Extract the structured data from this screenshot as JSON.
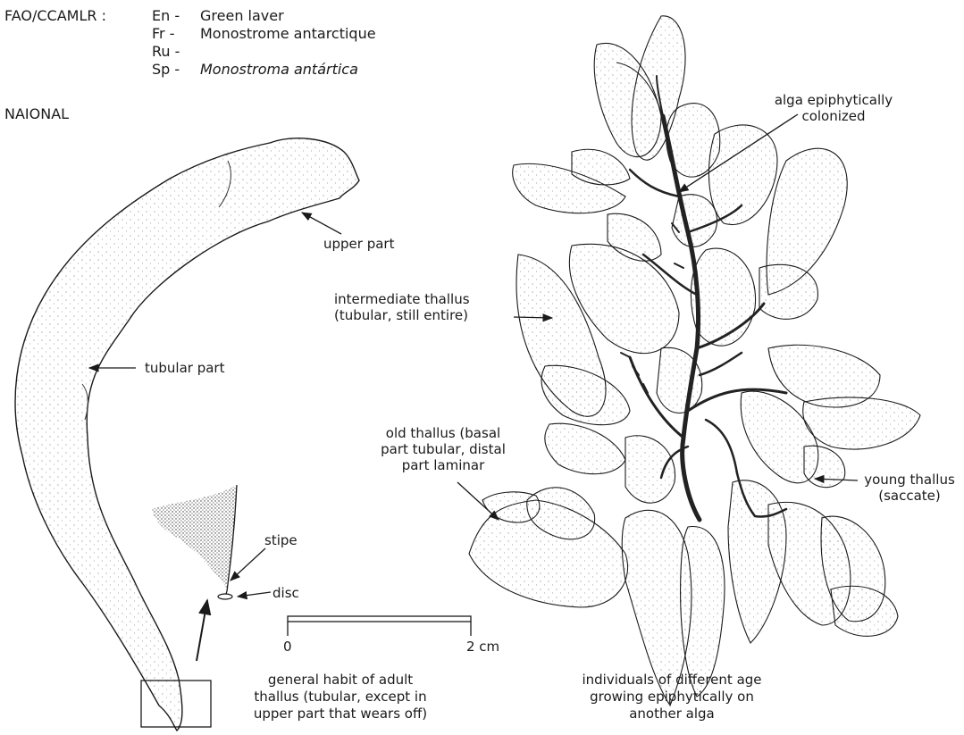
{
  "header": {
    "agency": "FAO/CCAMLR :",
    "names": [
      {
        "lang": "En -",
        "name": "Green laver",
        "italic": false
      },
      {
        "lang": "Fr -",
        "name": "Monostrome antarctique",
        "italic": false
      },
      {
        "lang": "Ru -",
        "name": "",
        "italic": false
      },
      {
        "lang": "Sp -",
        "name": "Monostroma antártica",
        "italic": true
      }
    ],
    "national": "NAIONAL"
  },
  "labels": {
    "upper_part": "upper part",
    "tubular_part": "tubular part",
    "stipe": "stipe",
    "disc": "disc",
    "alga_colonized": [
      "alga epiphytically",
      "colonized"
    ],
    "intermediate_thallus": [
      "intermediate thallus",
      "(tubular, still entire)"
    ],
    "old_thallus": [
      "old thallus (basal",
      "part tubular, distal",
      "part laminar"
    ],
    "young_thallus": [
      "young thallus",
      "(saccate)"
    ]
  },
  "scale": {
    "zero": "0",
    "max": "2 cm"
  },
  "captions": {
    "left": [
      "general habit of adult",
      "thallus (tubular, except in",
      "upper part that wears off)"
    ],
    "right": [
      "individuals of different age",
      "growing epiphytically on",
      "another alga"
    ]
  }
}
